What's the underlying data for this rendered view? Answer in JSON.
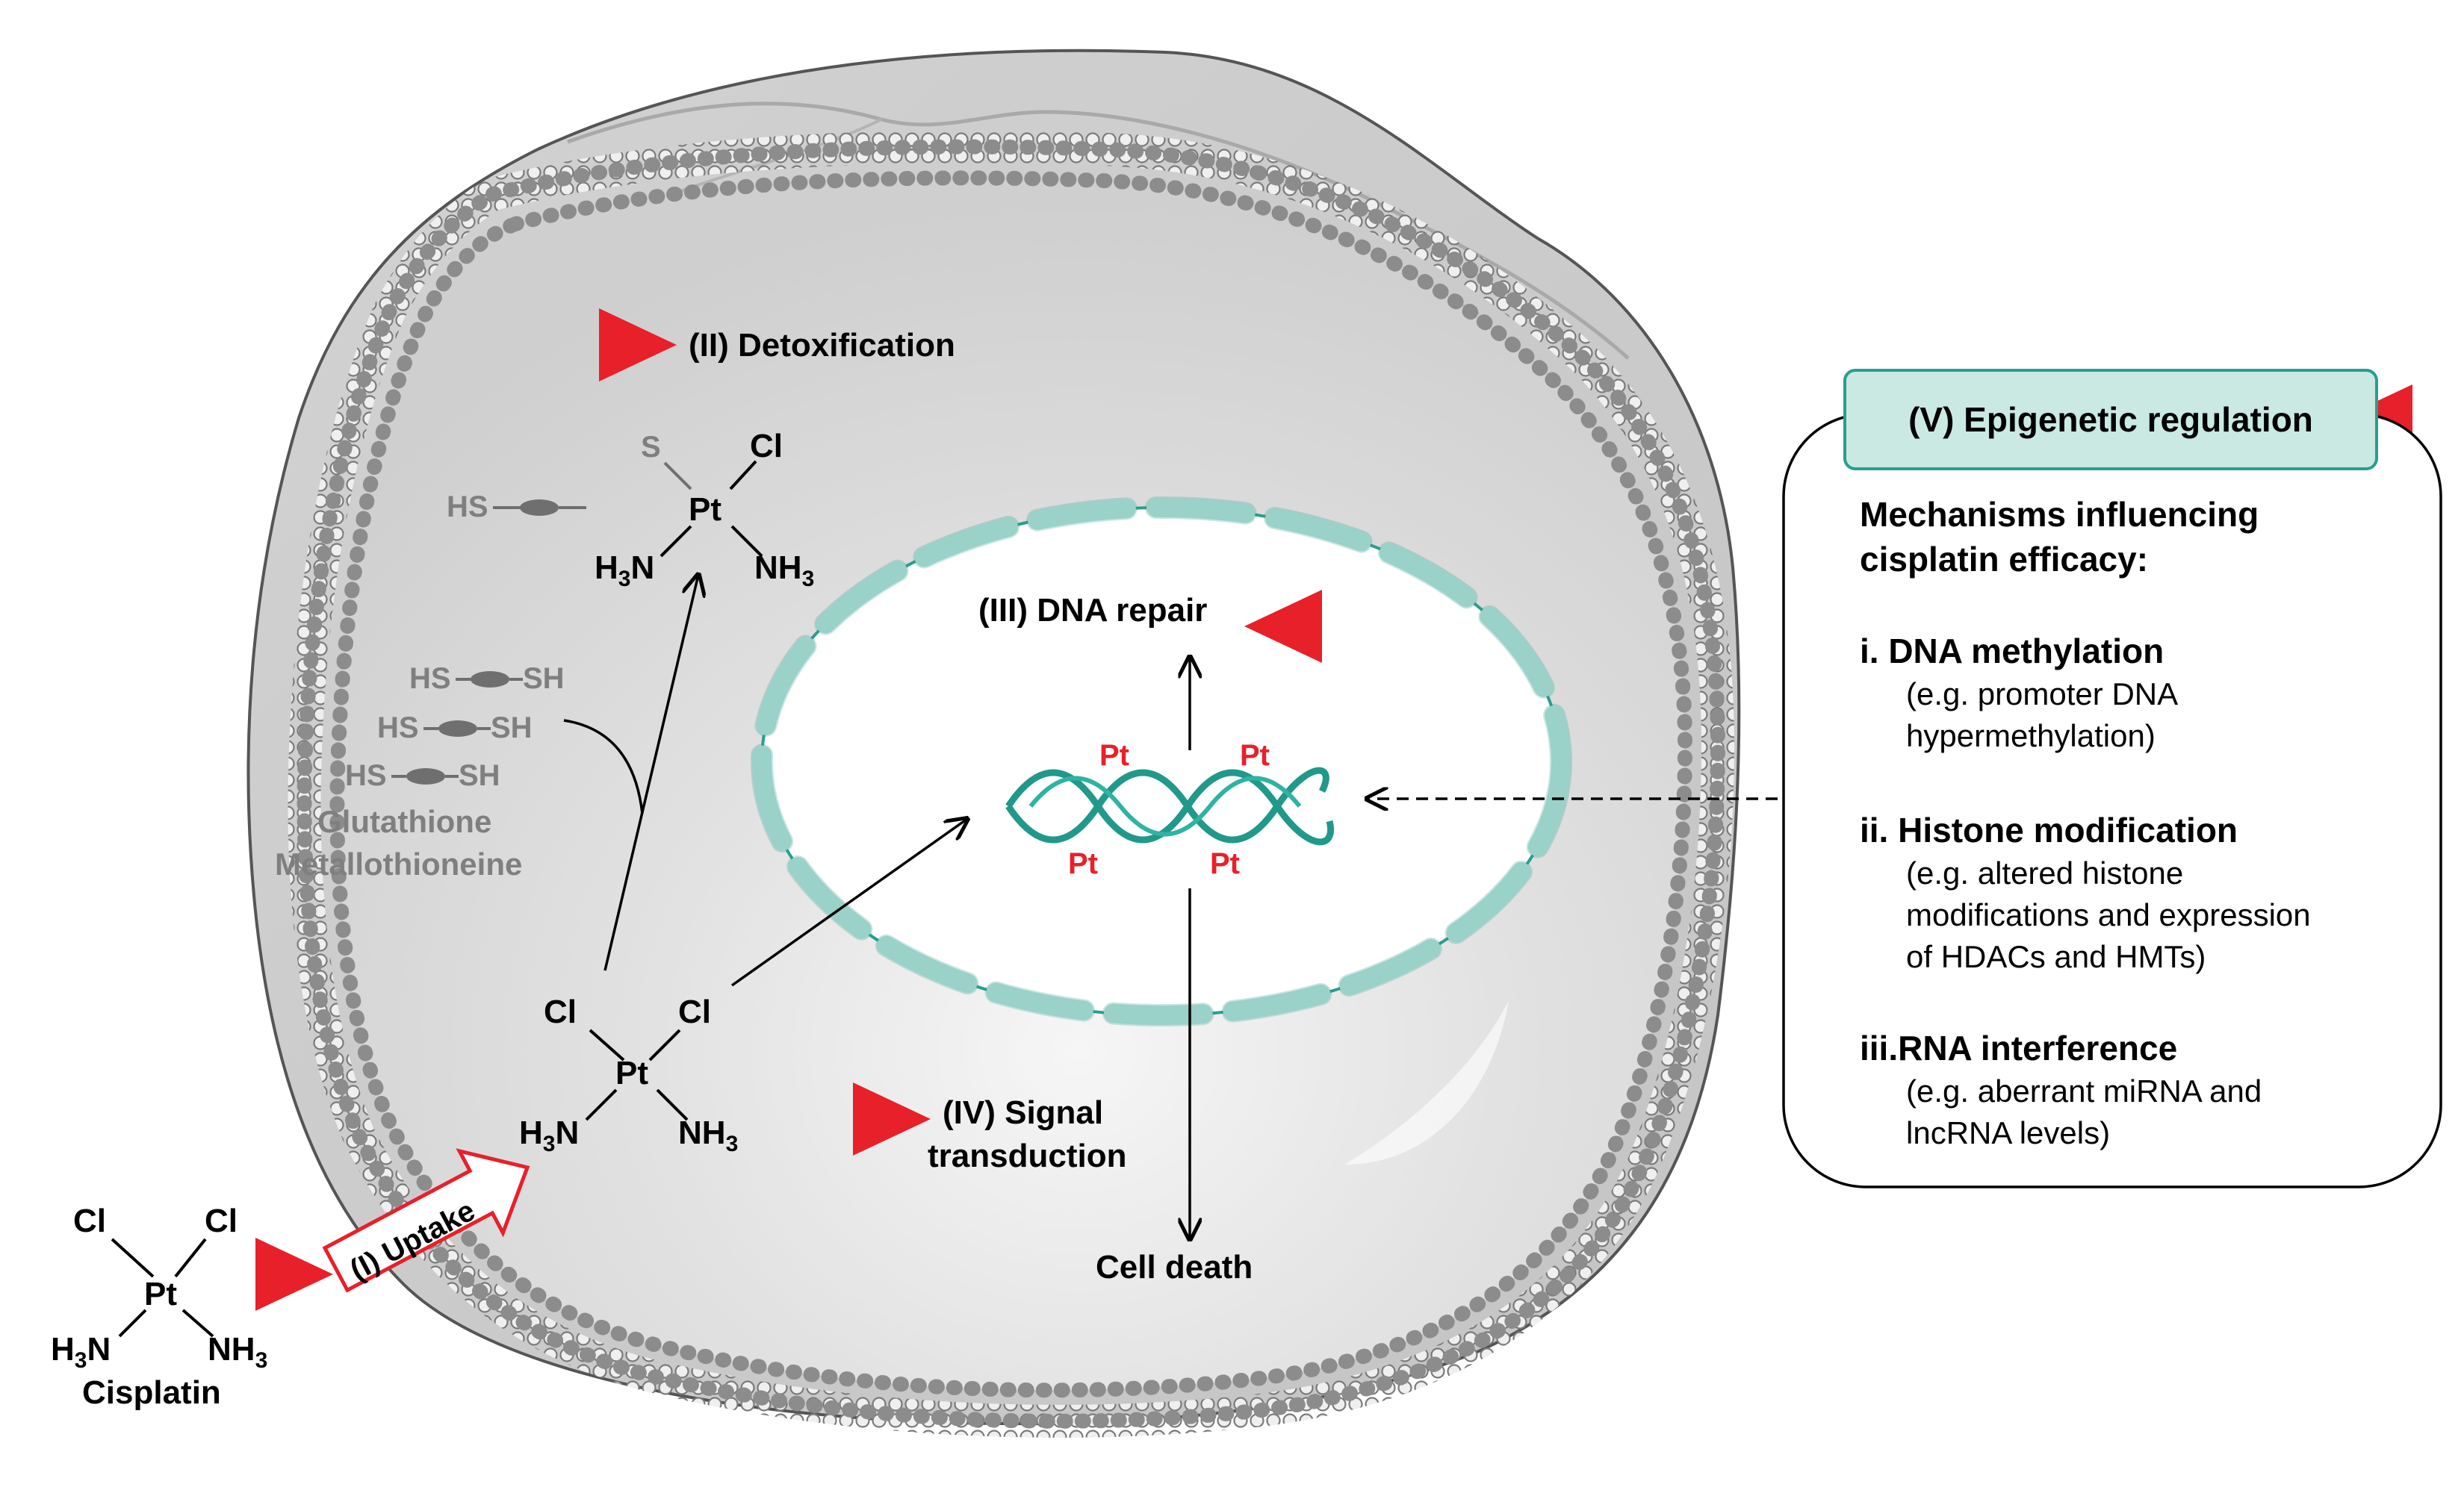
{
  "labels": {
    "uptake": "(I) Uptake",
    "detox": "(II) Detoxification",
    "dna_repair": "(III) DNA repair",
    "signal_line1": "(IV) Signal",
    "signal_line2": "transduction",
    "cell_death": "Cell death"
  },
  "molecules": {
    "cisplatin_name": "Cisplatin",
    "cl": "Cl",
    "pt": "Pt",
    "s": "S",
    "hs": "HS",
    "sh": "SH",
    "h3n_h": "H",
    "h3n_sub": "3",
    "h3n_n": "N",
    "nh3_nh": "NH",
    "nh3_sub": "3",
    "glutathione": "Glutathione",
    "metallothioneine": "Metallothioneine"
  },
  "dna_adducts": [
    "Pt",
    "Pt",
    "Pt",
    "Pt"
  ],
  "epigenetic": {
    "header": "(V) Epigenetic regulation",
    "intro_line1": "Mechanisms influencing",
    "intro_line2": "cisplatin efficacy:",
    "items": [
      {
        "title": "i.  DNA methylation",
        "desc": [
          "(e.g. promoter DNA",
          "hypermethylation)"
        ]
      },
      {
        "title": "ii. Histone modification",
        "desc": [
          "(e.g. altered histone",
          "modifications and expression",
          "of HDACs and HMTs)"
        ]
      },
      {
        "title": "iii.RNA interference",
        "desc": [
          "(e.g. aberrant miRNA and",
          "lncRNA levels)"
        ]
      }
    ]
  },
  "colors": {
    "inhibitor_red": "#e8202a",
    "nucleus_teal": "#2a9d8f",
    "nucleus_fill": "#bfe3dc",
    "header_fill": "#c9e9e2",
    "membrane_grey": "#9a9a9a",
    "cell_fill": "#d9d9d9"
  }
}
